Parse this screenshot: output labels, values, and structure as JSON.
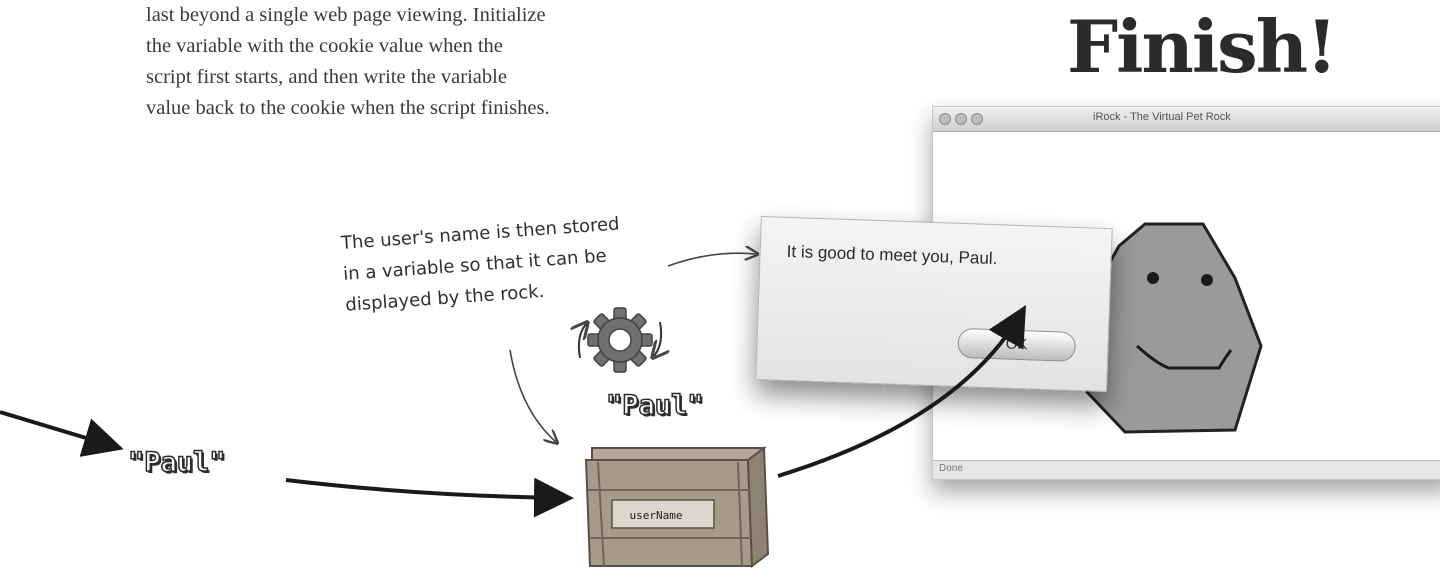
{
  "intro": {
    "lines": [
      "last beyond a single web page viewing. Initialize",
      "the variable with the cookie value when the",
      "script first starts, and then write the variable",
      "value back to the cookie when the script finishes."
    ]
  },
  "finish_heading": "Finish!",
  "browser": {
    "title": "iRock - The Virtual Pet Rock",
    "status": "Done"
  },
  "dialog": {
    "message": "It is good to meet you, Paul.",
    "ok_label": "OK"
  },
  "annotation": {
    "lines": [
      "The user's name is then stored",
      "in a variable so that it can be",
      "displayed by the rock."
    ]
  },
  "value_incoming": "\"Paul\"",
  "value_stored": "\"Paul\"",
  "variable_name": "userName",
  "icons": [
    "gear-icon",
    "crate-icon",
    "rock-icon",
    "arrow-icon"
  ],
  "colors": {
    "rock_fill": "#9a9a9a",
    "rock_outline": "#222222",
    "ink": "#1a1a1a"
  }
}
